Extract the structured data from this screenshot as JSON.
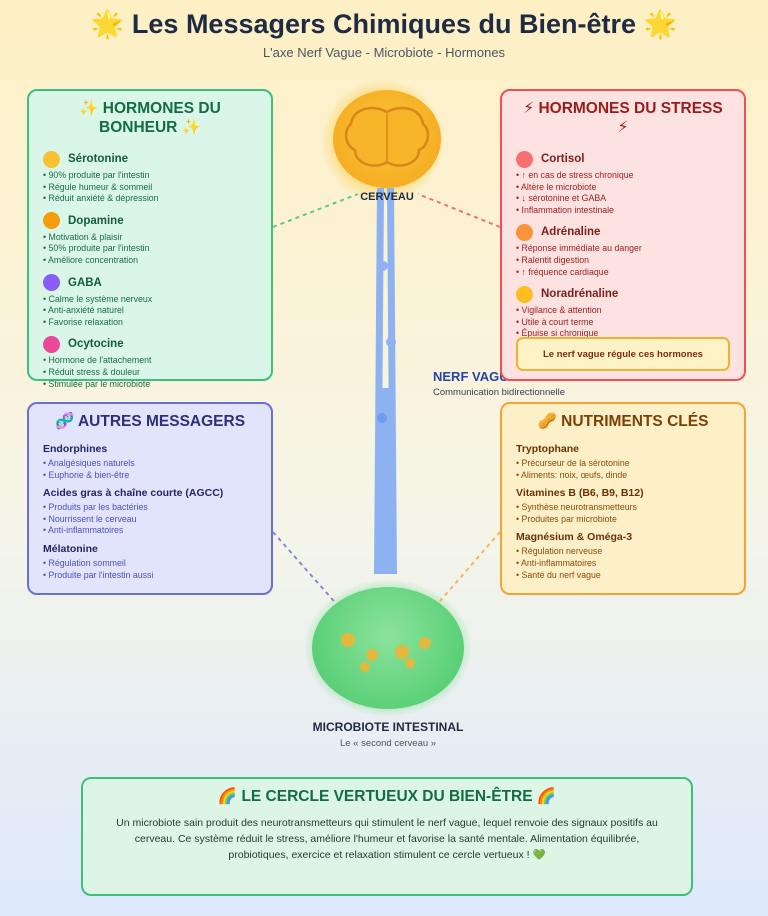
{
  "header": {
    "title": "🌟 Les Messagers Chimiques du Bien-être 🌟",
    "subtitle": "L'axe Nerf Vague - Microbiote - Hormones"
  },
  "colors": {
    "bonheur": "#3fbf7f",
    "stress": "#ef4f55",
    "autres": "#6b6fd8",
    "nutriments": "#f0a530",
    "nerve": "#8db2f2",
    "brain": "#f5ab21",
    "microbiote": "#4fcb6f"
  },
  "hormones_bonheur": {
    "title": "✨ HORMONES DU BONHEUR ✨",
    "items": [
      {
        "name": "Sérotonine",
        "color": "#f9c031",
        "points": [
          "90% produite par l'intestin",
          "Régule humeur & sommeil",
          "Réduit anxiété & dépression"
        ]
      },
      {
        "name": "Dopamine",
        "color": "#f59e0b",
        "points": [
          "Motivation & plaisir",
          "50% produite par l'intestin",
          "Améliore concentration"
        ]
      },
      {
        "name": "GABA",
        "color": "#8b5cf6",
        "points": [
          "Calme le système nerveux",
          "Anti-anxiété naturel",
          "Favorise relaxation"
        ]
      },
      {
        "name": "Ocytocine",
        "color": "#ec4899",
        "points": [
          "Hormone de l'attachement",
          "Réduit stress & douleur",
          "Stimulée par le microbiote"
        ]
      }
    ]
  },
  "hormones_stress": {
    "title": "⚡ HORMONES DU STRESS ⚡",
    "items": [
      {
        "name": "Cortisol",
        "color": "#f87171",
        "points": [
          "↑ en cas de stress chronique",
          "Altère le microbiote",
          "↓ sérotonine et GABA",
          "Inflammation intestinale"
        ]
      },
      {
        "name": "Adrénaline",
        "color": "#fb923c",
        "points": [
          "Réponse immédiate au danger",
          "Ralentit digestion",
          "↑ fréquence cardiaque"
        ]
      },
      {
        "name": "Noradrénaline",
        "color": "#fbbf24",
        "points": [
          "Vigilance & attention",
          "Utile à court terme",
          "Épuise si chronique"
        ]
      }
    ],
    "note": "Le nerf vague régule ces hormones"
  },
  "autres_messagers": {
    "title": "🧬 AUTRES MESSAGERS",
    "items": [
      {
        "name": "Endorphines",
        "points": [
          "Analgésiques naturels",
          "Euphorie & bien-être"
        ]
      },
      {
        "name": "Acides gras à chaîne courte (AGCC)",
        "points": [
          "Produits par les bactéries",
          "Nourrissent le cerveau",
          "Anti-inflammatoires"
        ]
      },
      {
        "name": "Mélatonine",
        "points": [
          "Régulation sommeil",
          "Produite par l'intestin aussi"
        ]
      }
    ]
  },
  "nutriments": {
    "title": "🥜 NUTRIMENTS CLÉS",
    "items": [
      {
        "name": "Tryptophane",
        "points": [
          "Précurseur de la sérotonine",
          "Aliments: noix, œufs, dinde"
        ]
      },
      {
        "name": "Vitamines B (B6, B9, B12)",
        "points": [
          "Synthèse neurotransmetteurs",
          "Produites par microbiote"
        ]
      },
      {
        "name": "Magnésium & Oméga-3",
        "points": [
          "Régulation nerveuse",
          "Anti-inflammatoires",
          "Santé du nerf vague"
        ]
      }
    ]
  },
  "brain": {
    "label": "CERVEAU",
    "icon": "brain-icon"
  },
  "nerve": {
    "label": "NERF VAGUE",
    "sublabel": "Communication bidirectionnelle"
  },
  "microbiote": {
    "label": "MICROBIOTE INTESTINAL",
    "sublabel": "Le « second cerveau »",
    "icon": "bacteria-icon"
  },
  "cercle": {
    "title": "🌈 LE CERCLE VERTUEUX DU BIEN-ÊTRE 🌈",
    "text": "Un microbiote sain produit des neurotransmetteurs qui stimulent le nerf vague, lequel renvoie des signaux positifs au cerveau. Ce système réduit le stress, améliore l'humeur et favorise la santé mentale. Alimentation équilibrée, probiotiques, exercice et relaxation stimulent ce cercle vertueux ! 💚"
  }
}
